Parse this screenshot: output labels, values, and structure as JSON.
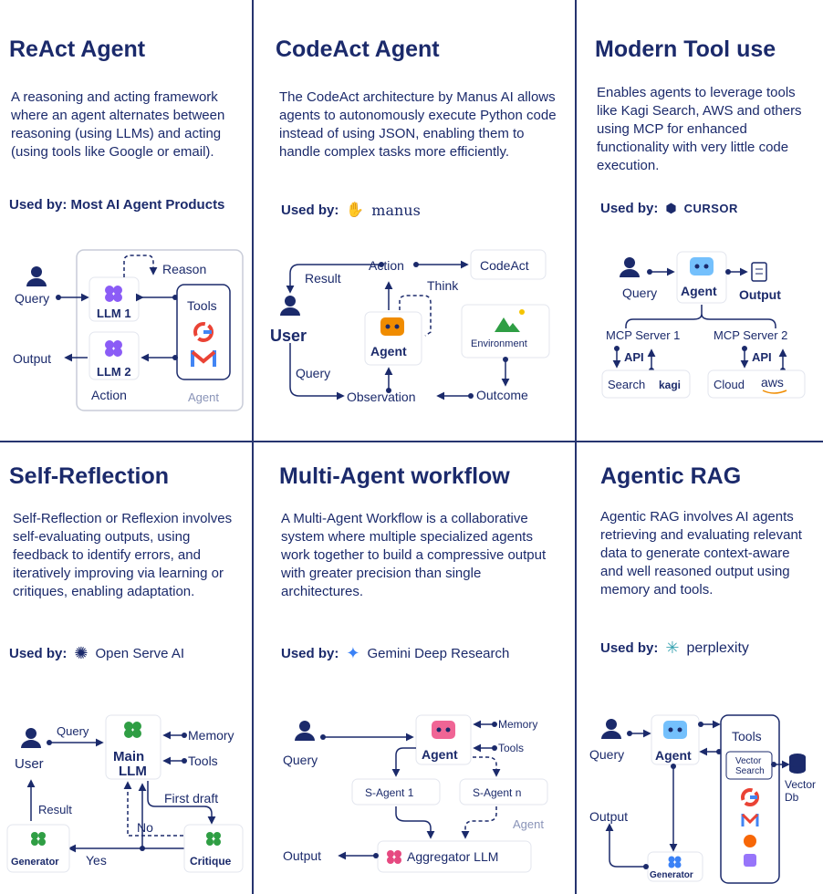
{
  "panels": {
    "react": {
      "title": "ReAct Agent",
      "description": "A reasoning and acting framework where an agent alternates between reasoning (using LLMs) and acting (using tools like Google or email).",
      "used_by_label": "Used by: Most AI Agent Products",
      "diagram": {
        "query": "Query",
        "output": "Output",
        "reason": "Reason",
        "llm1": "LLM 1",
        "llm2": "LLM 2",
        "tools": "Tools",
        "action": "Action",
        "agent": "Agent"
      }
    },
    "codeact": {
      "title": "CodeAct Agent",
      "description": "The CodeAct architecture by Manus AI allows agents to autonomously execute Python code instead of using JSON, enabling them to handle complex tasks more efficiently.",
      "used_by_label": "Used by:",
      "used_by_brand": "manus",
      "diagram": {
        "action": "Action",
        "codeact": "CodeAct",
        "result": "Result",
        "think": "Think",
        "user": "User",
        "agent": "Agent",
        "environment": "Environment",
        "query": "Query",
        "observation": "Observation",
        "outcome": "Outcome"
      }
    },
    "tooluse": {
      "title": "Modern Tool use",
      "description": "Enables agents to leverage tools like Kagi Search, AWS and others using MCP for enhanced functionality with very little code execution.",
      "used_by_label": "Used by:",
      "used_by_brand": "CURSOR",
      "diagram": {
        "query": "Query",
        "agent": "Agent",
        "output": "Output",
        "mcp1": "MCP Server 1",
        "mcp2": "MCP Server 2",
        "api1": "API",
        "api2": "API",
        "search": "Search",
        "kagi": "kagi",
        "cloud": "Cloud",
        "aws": "aws"
      }
    },
    "reflection": {
      "title": "Self-Reflection",
      "description": "Self-Reflection or Reflexion involves self-evaluating outputs, using feedback to identify errors, and iteratively improving via learning or critiques, enabling adaptation.",
      "used_by_label": "Used by:",
      "used_by_brand": "Open Serve AI",
      "diagram": {
        "user": "User",
        "query": "Query",
        "main_llm_1": "Main",
        "main_llm_2": "LLM",
        "memory": "Memory",
        "tools": "Tools",
        "first_draft": "First draft",
        "result": "Result",
        "no": "No",
        "yes": "Yes",
        "generator": "Generator",
        "critique": "Critique"
      }
    },
    "multiagent": {
      "title": "Multi-Agent workflow",
      "description": "A Multi-Agent Workflow is a collaborative system where multiple specialized agents work together to build a compressive output with greater precision than single architectures.",
      "used_by_label": "Used by:",
      "used_by_brand": "Gemini Deep Research",
      "diagram": {
        "memory": "Memory",
        "tools": "Tools",
        "query": "Query",
        "agent": "Agent",
        "sagent1": "S-Agent 1",
        "sagentn": "S-Agent n",
        "agent2": "Agent",
        "output": "Output",
        "aggregator": "Aggregator LLM"
      }
    },
    "rag": {
      "title": "Agentic RAG",
      "description": "Agentic RAG involves AI agents retrieving and evaluating relevant data to generate context-aware and well reasoned output using memory and tools.",
      "used_by_label": "Used by:",
      "used_by_brand": "perplexity",
      "diagram": {
        "query": "Query",
        "agent": "Agent",
        "tools": "Tools",
        "vector_search_1": "Vector",
        "vector_search_2": "Search",
        "vector_db_1": "Vector",
        "vector_db_2": "Db",
        "output": "Output",
        "generator": "Generator"
      }
    }
  },
  "colors": {
    "navy": "#1b2a6b",
    "purple": "#8b5cf6",
    "green": "#2f9e44",
    "orange": "#f08c00",
    "pink": "#e64980",
    "blue": "#3b82f6"
  }
}
